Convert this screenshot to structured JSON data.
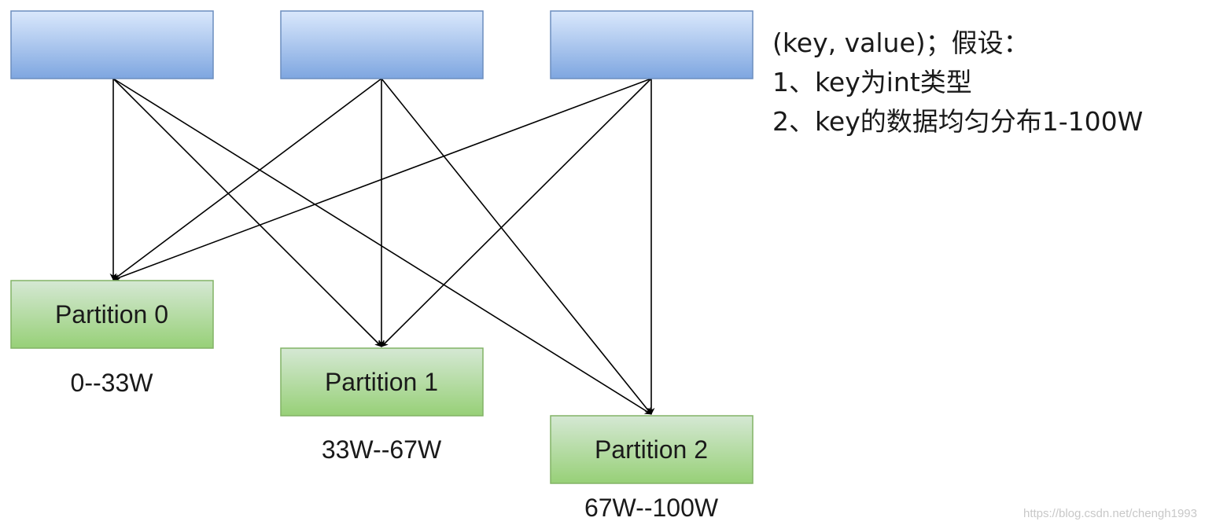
{
  "producers": [
    {
      "label": ""
    },
    {
      "label": ""
    },
    {
      "label": ""
    }
  ],
  "partitions": [
    {
      "label": "Partition 0",
      "range": "0--33W"
    },
    {
      "label": "Partition 1",
      "range": "33W--67W"
    },
    {
      "label": "Partition 2",
      "range": "67W--100W"
    }
  ],
  "note": {
    "line1": "(key, value)；假设：",
    "line2": "1、key为int类型",
    "line3": "2、key的数据均匀分布1-100W"
  },
  "watermark": "https://blog.csdn.net/chengh1993",
  "colors": {
    "producer_top": "#dae8fc",
    "producer_bottom": "#7ea6e0",
    "producer_stroke": "#6c8ebf",
    "partition_top": "#d5e8d4",
    "partition_bottom": "#97d077",
    "partition_stroke": "#82b366",
    "edge": "#000000"
  }
}
